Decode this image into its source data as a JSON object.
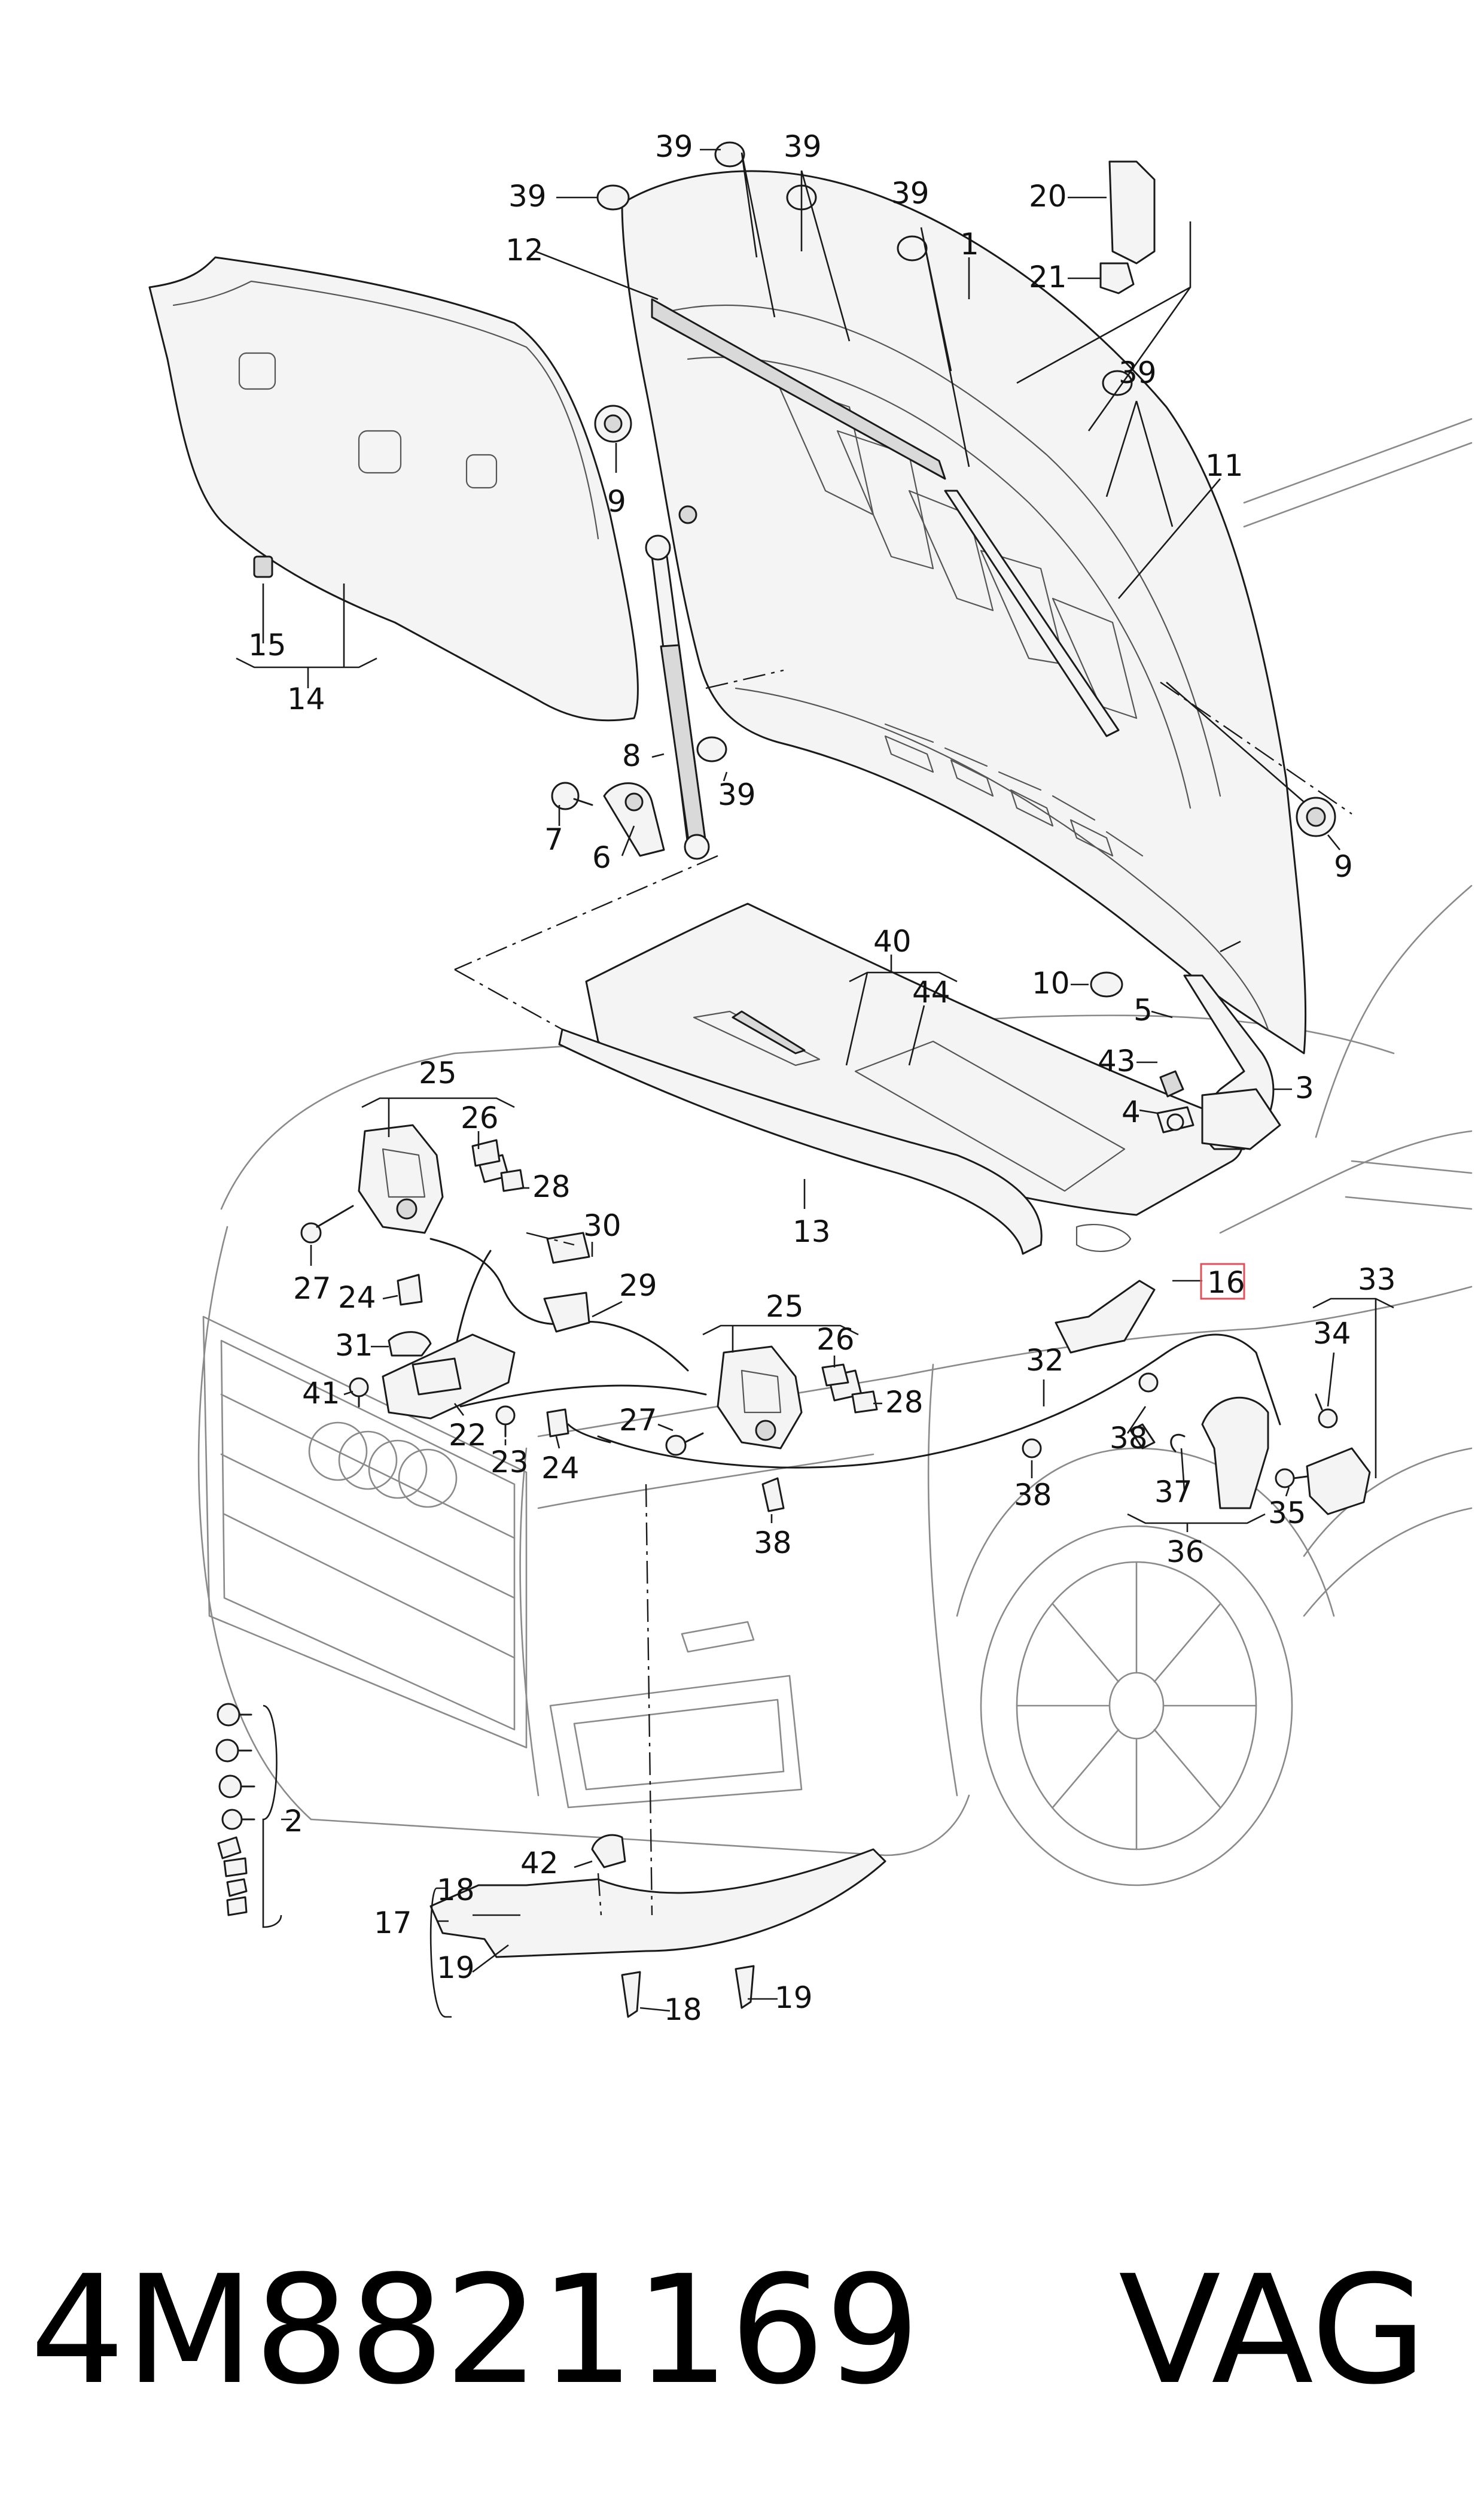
{
  "labels": {
    "l1": "1",
    "l2": "2",
    "l3": "3",
    "l4": "4",
    "l5": "5",
    "l6": "6",
    "l7": "7",
    "l8": "8",
    "l9a": "9",
    "l9b": "9",
    "l10": "10",
    "l11": "11",
    "l12": "12",
    "l13": "13",
    "l14": "14",
    "l15": "15",
    "l16": "16",
    "l17": "17",
    "l18a": "18",
    "l18b": "18",
    "l19a": "19",
    "l19b": "19",
    "l20": "20",
    "l21": "21",
    "l22": "22",
    "l23": "23",
    "l24a": "24",
    "l24b": "24",
    "l25a": "25",
    "l25b": "25",
    "l26a": "26",
    "l26b": "26",
    "l27a": "27",
    "l27b": "27",
    "l28a": "28",
    "l28b": "28",
    "l29": "29",
    "l30": "30",
    "l31": "31",
    "l32": "32",
    "l33": "33",
    "l34": "34",
    "l35": "35",
    "l36": "36",
    "l37": "37",
    "l38a": "38",
    "l38b": "38",
    "l38c": "38",
    "l39a": "39",
    "l39b": "39",
    "l39c": "39",
    "l39d": "39",
    "l39e": "39",
    "l39f": "39",
    "l40": "40",
    "l41": "41",
    "l42": "42",
    "l43": "43",
    "l44": "44"
  },
  "part_number": "4M8821169",
  "brand": "VAG",
  "highlight_color": "#e0505a"
}
